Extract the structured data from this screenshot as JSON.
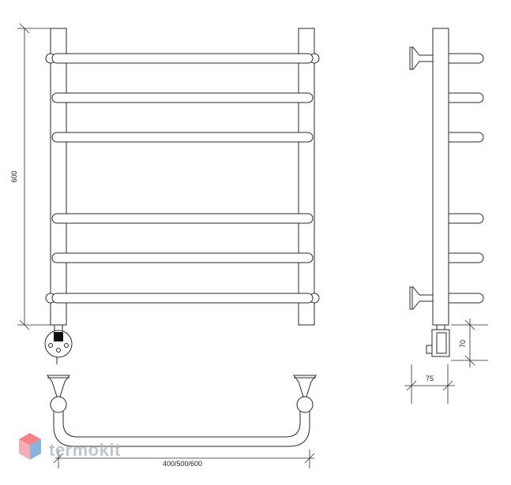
{
  "dimensions": {
    "height": "600",
    "width": "400/500/600",
    "side_depth": "75",
    "side_connector": "70"
  },
  "watermark": {
    "text": "termokit"
  },
  "colors": {
    "line": "#2a2a2a",
    "logo_top": "#ee5a63",
    "logo_left": "#f4919a",
    "logo_right": "#5b9bd5",
    "logo_text": "#a9b3bd"
  }
}
